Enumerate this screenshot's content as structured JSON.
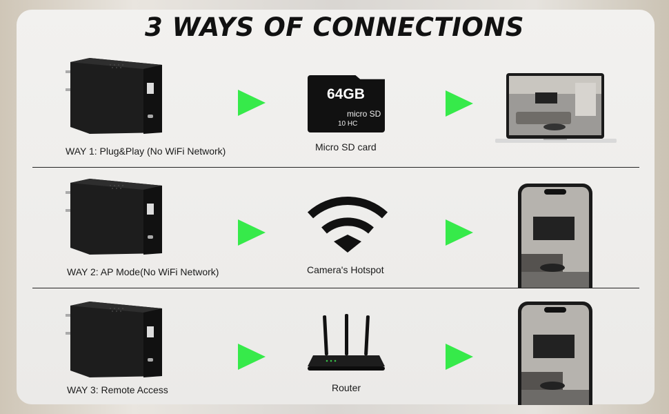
{
  "title": "3 WAYS OF CONNECTIONS",
  "rows": [
    {
      "way_label": "WAY 1: Plug&Play (No WiFi Network)",
      "middle_label": "Micro SD card",
      "middle_icon": "micro-sd-card-icon",
      "end_icon": "laptop-icon"
    },
    {
      "way_label": "WAY 2: AP Mode(No WiFi Network)",
      "middle_label": "Camera's Hotspot",
      "middle_icon": "wifi-icon",
      "end_icon": "smartphone-icon"
    },
    {
      "way_label": "WAY 3: Remote Access",
      "middle_label": "Router",
      "middle_icon": "router-icon",
      "end_icon": "smartphone-icon"
    }
  ],
  "sd_card": {
    "capacity": "64GB",
    "logo": "micro SD",
    "class_mark": "10 HC"
  },
  "colors": {
    "arrow": "#36ea4a",
    "device": "#1b1b1b",
    "title": "#111111"
  }
}
